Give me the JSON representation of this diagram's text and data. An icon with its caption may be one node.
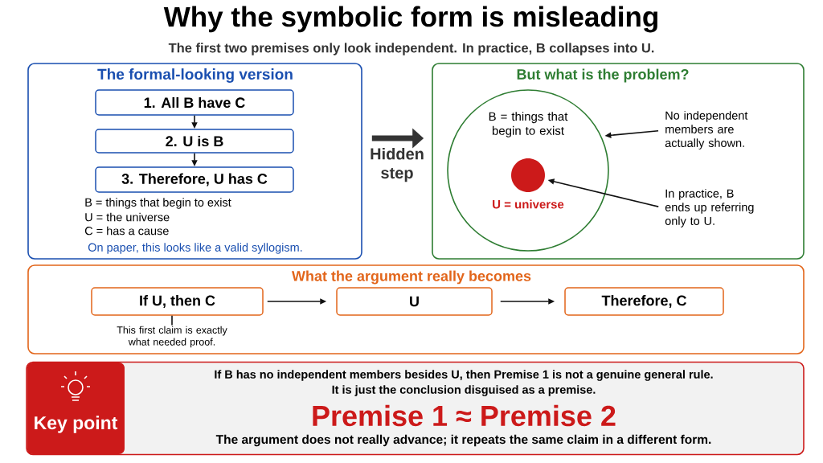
{
  "diagram": {
    "title": "Why the symbolic form is misleading",
    "nodes": [
      {
        "text": [
          "The formal-looking version",
          "B = things that begin to exist",
          "U = the universe",
          "C = has a cause",
          "On paper, this looks like a valid syllogism."
        ]
      },
      {
        "text": [
          "1. All B have C"
        ],
        "in": 0
      },
      {
        "text": [
          "2. U is B"
        ],
        "in": 0
      },
      {
        "text": [
          "3. Therefore, U has C"
        ],
        "in": 0
      },
      {
        "text": [
          "But what is the problem?"
        ]
      },
      {
        "text": [
          "B = things that begin to exist"
        ],
        "in": 4
      },
      {
        "text": [],
        "shape": "circle",
        "beside": [
          "U = universe"
        ],
        "in": 5
      },
      {
        "text": [
          "No independent members are actually shown."
        ],
        "in": 4
      },
      {
        "text": [
          "In practice, B ends up referring only to U."
        ],
        "in": 4
      },
      {
        "text": [
          "What the argument really becomes"
        ]
      },
      {
        "text": [
          "If U, then C"
        ],
        "in": 9
      },
      {
        "text": [
          "This first claim is exactly what needed proof."
        ],
        "in": 9
      },
      {
        "text": [
          "U"
        ],
        "in": 9
      },
      {
        "text": [
          "Therefore, C"
        ],
        "in": 9
      },
      {
        "text": [
          "If B has no independent members besides U, then Premise 1 is not a genuine general rule.",
          "It is just the conclusion disguised as a premise.",
          "Premise 1 ≈ Premise 2",
          "The argument does not really advance; it repeats the same claim in a different form."
        ]
      },
      {
        "text": [
          "Key point"
        ],
        "in": 14
      }
    ],
    "edges": [
      {
        "from": 1,
        "to": 2,
        "arrow": "to"
      },
      {
        "from": 2,
        "to": 3,
        "arrow": "to"
      },
      {
        "from": 0,
        "to": 4,
        "arrow": "to",
        "label": "Hidden step",
        "style": "thick",
        "color": "#333333"
      },
      {
        "from": 7,
        "to": 5,
        "arrow": "to"
      },
      {
        "from": 8,
        "to": 6,
        "arrow": "to"
      },
      {
        "from": 11,
        "to": 10,
        "arrow": "none"
      },
      {
        "from": 10,
        "to": 12,
        "arrow": "to"
      },
      {
        "from": 12,
        "to": 13,
        "arrow": "to"
      }
    ],
    "labels": [
      "The first two premises only look independent. In practice, B collapses into U."
    ]
  }
}
